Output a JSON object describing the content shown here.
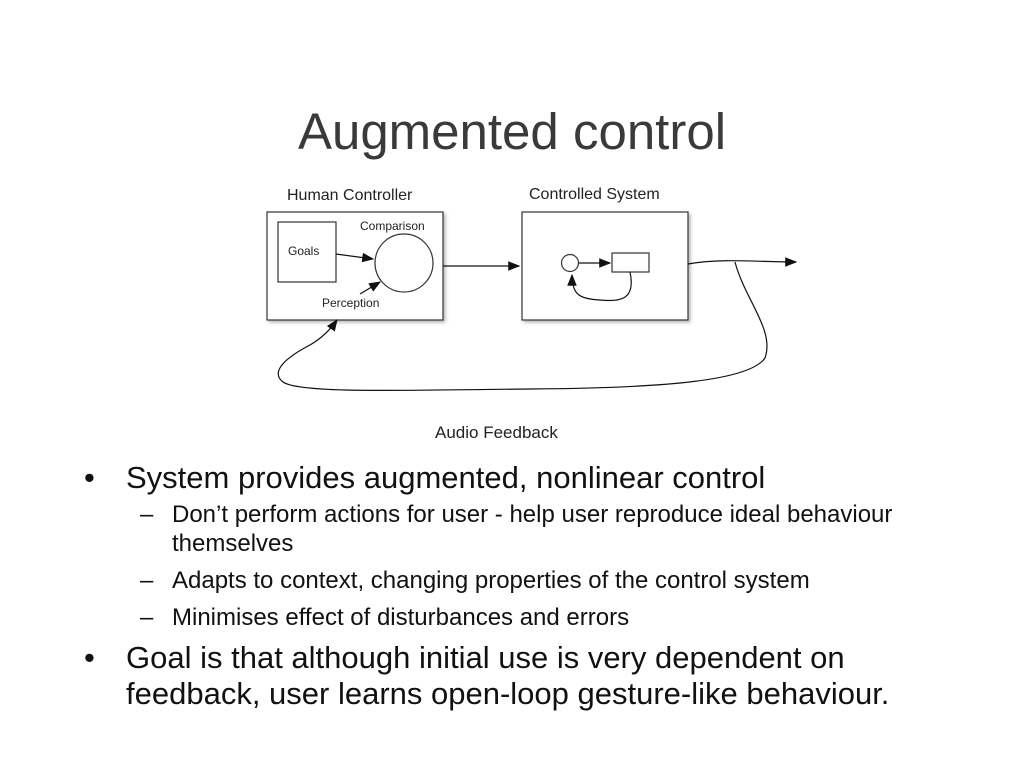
{
  "slide": {
    "title": "Augmented control"
  },
  "diagram": {
    "human_controller_label": "Human Controller",
    "controlled_system_label": "Controlled System",
    "goals_label": "Goals",
    "comparison_label": "Comparison",
    "perception_label": "Perception",
    "audio_feedback_label": "Audio Feedback"
  },
  "bullets": [
    {
      "marker": "•",
      "text": "System provides augmented, nonlinear control",
      "sub": [
        {
          "marker": "–",
          "text": "Don’t perform actions for user - help user reproduce ideal behaviour themselves"
        },
        {
          "marker": "–",
          "text": "Adapts to context, changing properties of the control system"
        },
        {
          "marker": "–",
          "text": "Minimises effect of disturbances and errors"
        }
      ]
    },
    {
      "marker": "•",
      "text": "Goal is that although initial use is very dependent on feedback, user learns open-loop gesture-like behaviour."
    }
  ]
}
